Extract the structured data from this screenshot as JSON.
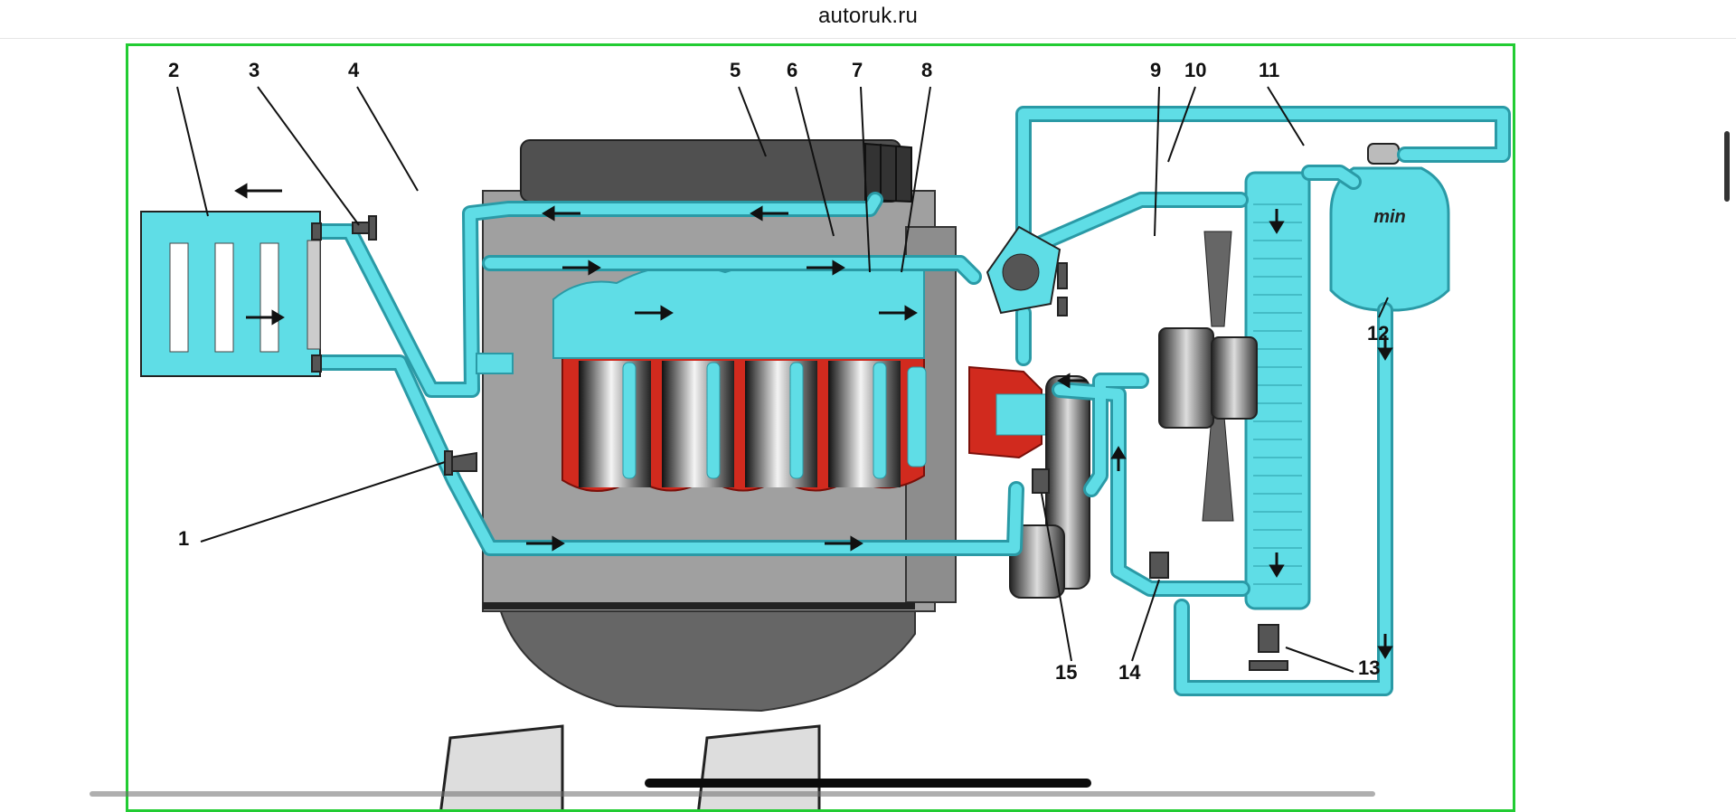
{
  "browser": {
    "url_text": "autoruk.ru"
  },
  "diagram": {
    "callouts": [
      "1",
      "2",
      "3",
      "4",
      "5",
      "6",
      "7",
      "8",
      "9",
      "10",
      "11",
      "12",
      "13",
      "14",
      "15"
    ],
    "tank_label": "min"
  },
  "colors": {
    "coolant": "#5fdde6",
    "coolant_stroke": "#2a9aa6",
    "block": "#d12a1e",
    "engine_gray": "#9c9c9c",
    "frame_green": "#22cc33"
  }
}
